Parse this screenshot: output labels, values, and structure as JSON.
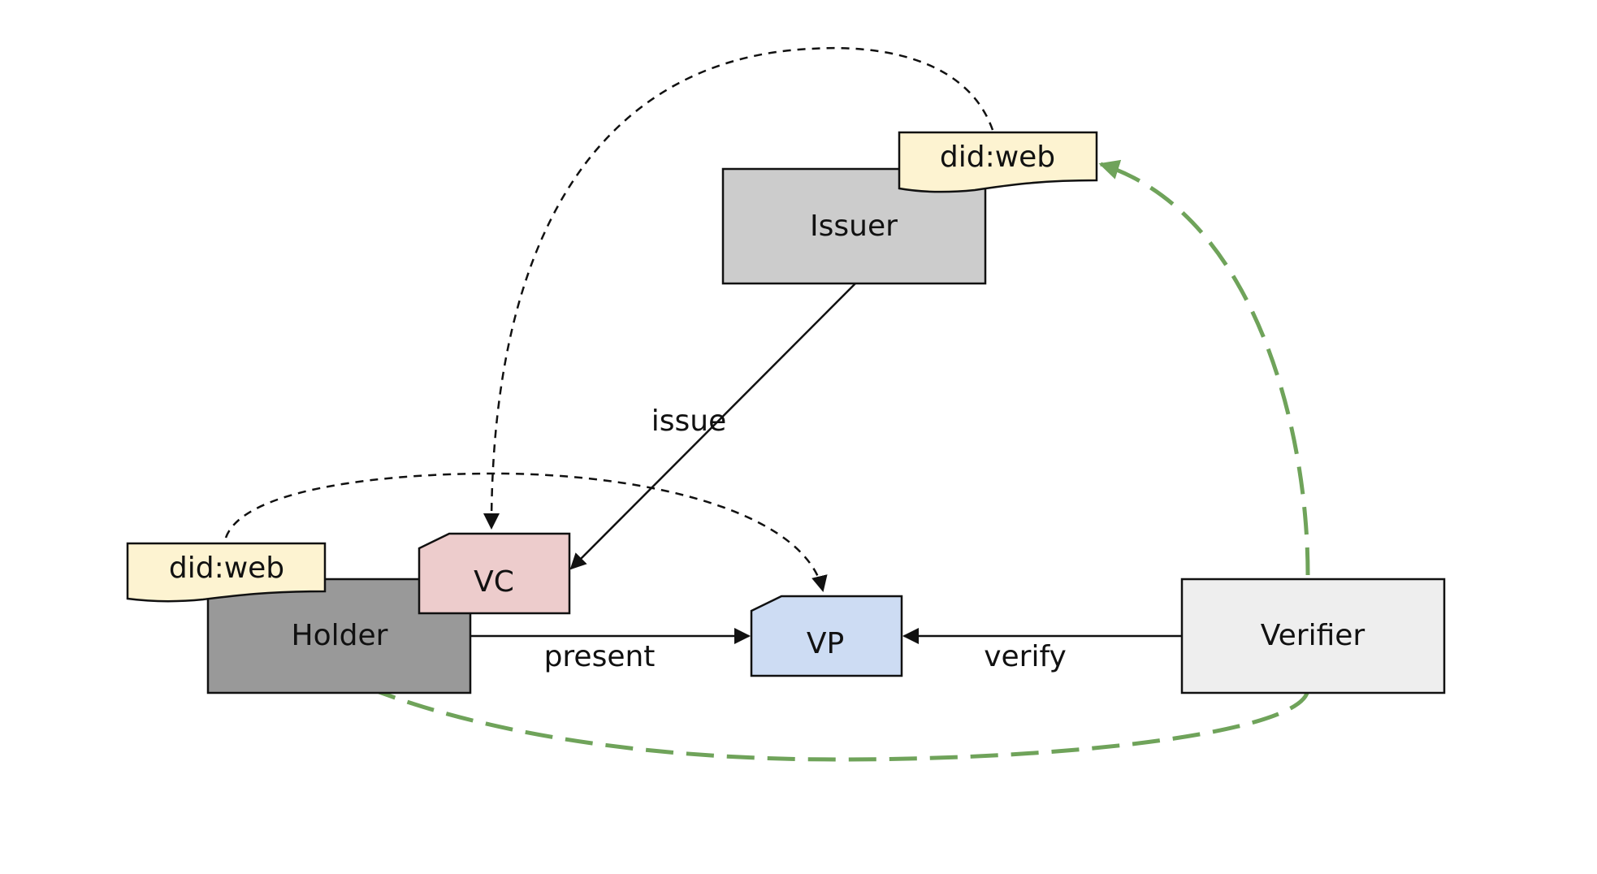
{
  "nodes": {
    "issuer": {
      "label": "Issuer",
      "fill": "#cccccc"
    },
    "holder": {
      "label": "Holder",
      "fill": "#999999"
    },
    "verifier": {
      "label": "Verifier",
      "fill": "#eeeeee"
    },
    "vc": {
      "label": "VC",
      "fill": "#edcccc"
    },
    "vp": {
      "label": "VP",
      "fill": "#cddcf3"
    },
    "issuer_did": {
      "label": "did:web",
      "fill": "#fdf3d1"
    },
    "holder_did": {
      "label": "did:web",
      "fill": "#fdf3d1"
    }
  },
  "edges": {
    "issue": {
      "label": "issue"
    },
    "present": {
      "label": "present"
    },
    "verify": {
      "label": "verify"
    }
  },
  "colors": {
    "stroke": "#111111",
    "resolve_arrow": "#6fa35a"
  }
}
